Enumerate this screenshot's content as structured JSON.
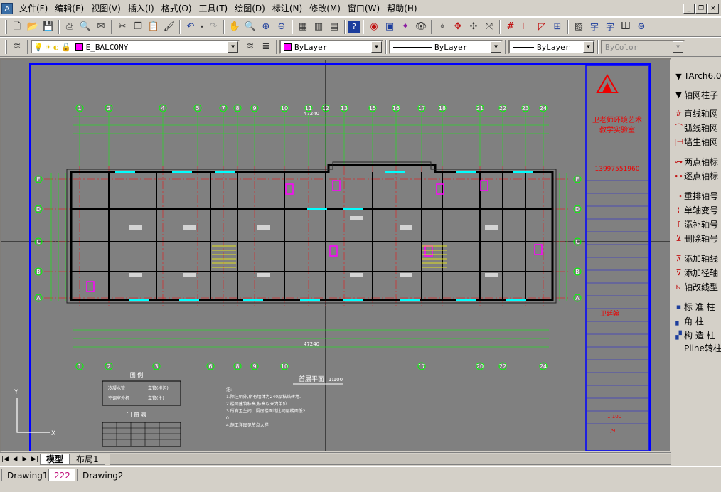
{
  "menu": [
    "文件(F)",
    "编辑(E)",
    "视图(V)",
    "插入(I)",
    "格式(O)",
    "工具(T)",
    "绘图(D)",
    "标注(N)",
    "修改(M)",
    "窗口(W)",
    "帮助(H)"
  ],
  "window_controls": [
    "_",
    "❐",
    "×"
  ],
  "toolbar": {
    "layer_name": "E_BALCONY",
    "color_value": "ByLayer",
    "linetype_value": "ByLayer",
    "lineweight_value": "ByLayer",
    "plotstyle_value": "ByColor"
  },
  "side_panel": {
    "title": "TArch6.0",
    "items": [
      {
        "icon": "triangle-down",
        "label": "轴网柱子"
      },
      {
        "icon": "grid",
        "label": "直线轴网"
      },
      {
        "icon": "arc-grid",
        "label": "弧线轴网"
      },
      {
        "icon": "wall-grid",
        "label": "墙生轴网"
      },
      {
        "icon": "two-point",
        "label": "两点轴标"
      },
      {
        "icon": "point-label",
        "label": "逐点轴标"
      },
      {
        "icon": "renumber",
        "label": "重排轴号"
      },
      {
        "icon": "single-change",
        "label": "单轴变号"
      },
      {
        "icon": "add-label",
        "label": "添补轴号"
      },
      {
        "icon": "delete-label",
        "label": "删除轴号"
      },
      {
        "icon": "add-line",
        "label": "添加轴线"
      },
      {
        "icon": "add-radial",
        "label": "添加径轴"
      },
      {
        "icon": "change-type",
        "label": "轴改线型"
      },
      {
        "icon": "std-column",
        "label": "标 准 柱"
      },
      {
        "icon": "corner-column",
        "label": "角    柱"
      },
      {
        "icon": "struct-column",
        "label": "构 造 柱"
      },
      {
        "icon": "pline",
        "label": "Pline转柱"
      }
    ]
  },
  "layout_tabs": {
    "active": "模型",
    "inactive": "布局1"
  },
  "doc_tabs": [
    "Drawing1",
    "222",
    "Drawing2"
  ],
  "drawing": {
    "total_dim": "47240",
    "plan_title": "首层平面",
    "plan_scale": "1:100",
    "axes_top": [
      "1",
      "2",
      "4",
      "5",
      "7",
      "8",
      "9",
      "10",
      "11",
      "12",
      "13",
      "15",
      "16",
      "17",
      "18",
      "21",
      "22",
      "23",
      "24"
    ],
    "axes_bottom": [
      "1",
      "2",
      "3",
      "6",
      "8",
      "9",
      "10",
      "17",
      "20",
      "22",
      "24"
    ],
    "axes_side": [
      "E",
      "D",
      "C",
      "B",
      "A"
    ],
    "title_block": {
      "studio": "卫老师环境艺术",
      "lab": "教学实验室",
      "phone": "13997551960",
      "sign_name": "卫廷翰",
      "scale": "1:100",
      "sheet": "1/9"
    },
    "legend_title": "图  例",
    "schedule_title": "门 窗 表",
    "legend_items": [
      "冷凝水管",
      "立管(排污)",
      "空调室外机",
      "立管(主)"
    ],
    "notes": "注: 1.除注明外,所有墙体为240厚粘结砖墙. 2.楼面建筑标高,标高以米为单位. 3.所有卫生间、厨房楼面均比同层楼面低20. 4.施工详图见节点大样."
  },
  "colors": {
    "canvas_bg": "#808080",
    "frame": "#0000ff",
    "wall": "#000000",
    "axis": "#ff0000",
    "dim": "#00ff00",
    "window": "#00ffff",
    "text": "#ffff00",
    "fixture": "#ff00ff"
  }
}
